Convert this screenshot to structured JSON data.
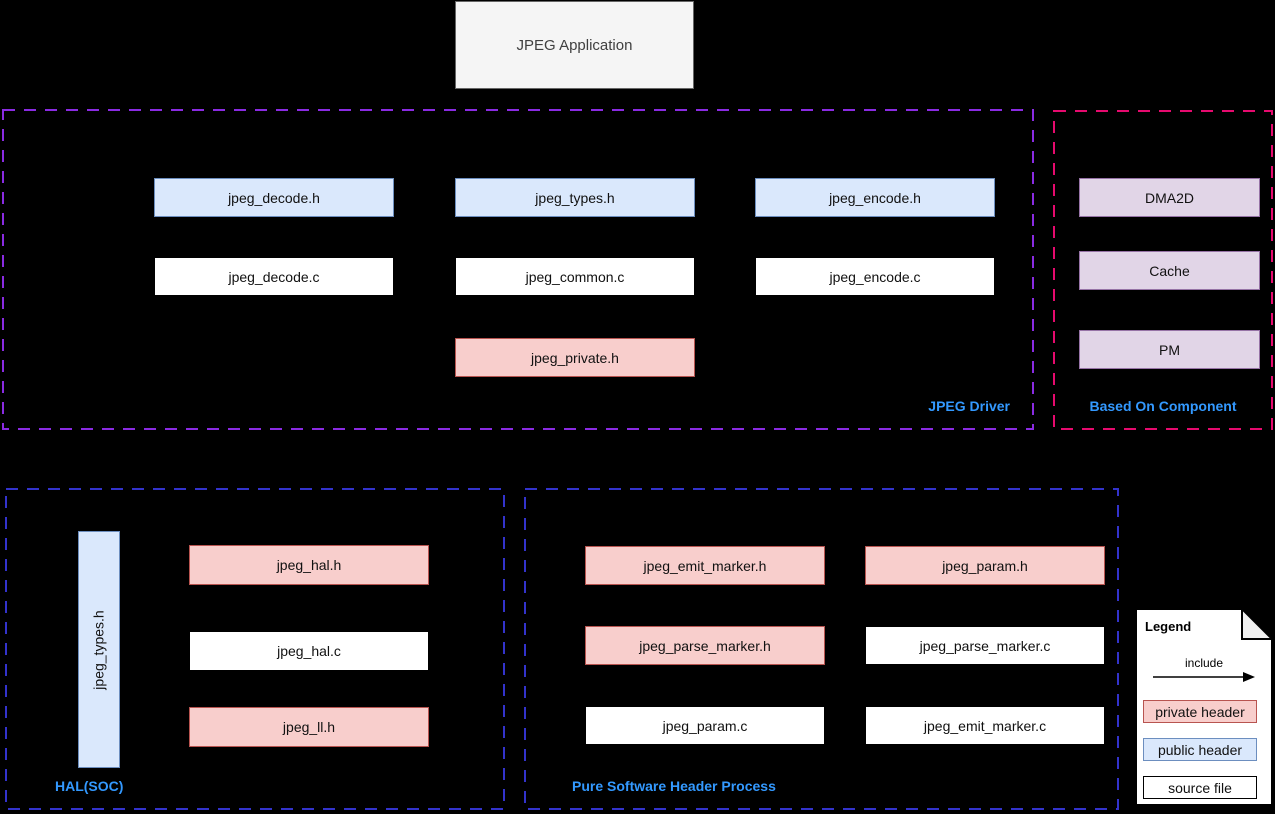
{
  "application": {
    "label": "JPEG Application"
  },
  "driver": {
    "label": "JPEG Driver",
    "headers": [
      "jpeg_decode.h",
      "jpeg_types.h",
      "jpeg_encode.h"
    ],
    "sources": [
      "jpeg_decode.c",
      "jpeg_common.c",
      "jpeg_encode.c"
    ],
    "private_header": "jpeg_private.h"
  },
  "based_on": {
    "label": "Based On Component",
    "components": [
      "DMA2D",
      "Cache",
      "PM"
    ]
  },
  "hal": {
    "label": "HAL(SOC)",
    "vertical_public_header": "jpeg_types.h",
    "private_header_top": "jpeg_hal.h",
    "source": "jpeg_hal.c",
    "private_header_bottom": "jpeg_ll.h"
  },
  "pure_software": {
    "label": "Pure Software Header Process",
    "boxes": [
      {
        "label": "jpeg_emit_marker.h",
        "type": "private"
      },
      {
        "label": "jpeg_param.h",
        "type": "private"
      },
      {
        "label": "jpeg_parse_marker.h",
        "type": "private"
      },
      {
        "label": "jpeg_parse_marker.c",
        "type": "source"
      },
      {
        "label": "jpeg_param.c",
        "type": "source"
      },
      {
        "label": "jpeg_emit_marker.c",
        "type": "source"
      }
    ]
  },
  "legend": {
    "title": "Legend",
    "include_label": "include",
    "items": [
      "private header",
      "public header",
      "source file"
    ]
  },
  "colors": {
    "public_header_fill": "#dae8fc",
    "public_header_border": "#6c8ebf",
    "private_header_fill": "#f8cecc",
    "private_header_border": "#b85450",
    "source_file_fill": "#ffffff",
    "component_fill": "#e1d5e7",
    "component_border": "#9673a6",
    "application_fill": "#f5f5f5",
    "label_text": "#3399ff",
    "driver_border": "#8a2be2",
    "based_on_border": "#e60a6e",
    "hal_pure_border": "#3333cc",
    "background": "#000000"
  }
}
